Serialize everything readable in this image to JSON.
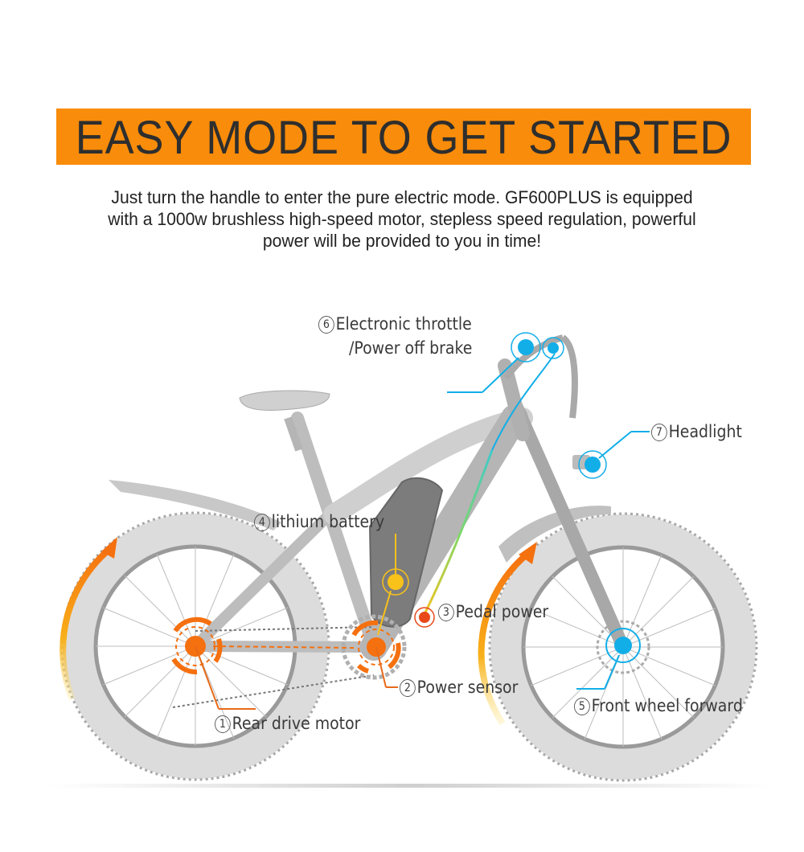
{
  "header": {
    "title": "EASY MODE TO GET STARTED",
    "banner_color": "#f98c0a"
  },
  "intro": {
    "lines": [
      "Just turn the handle to enter the pure electric mode. GF600PLUS is equipped",
      "with a 1000w brushless high-speed motor, stepless speed regulation, powerful",
      "power will be provided to you in time!"
    ]
  },
  "diagram": {
    "product": "GF600PLUS electric fat-tire bike",
    "colors": {
      "orange": "#f5700f",
      "yellow": "#f8c21a",
      "blue": "#12aee8",
      "frame_gray": "#b9b9b9"
    },
    "callouts": [
      {
        "num": "1",
        "label": "Rear drive motor"
      },
      {
        "num": "2",
        "label": "Power sensor"
      },
      {
        "num": "3",
        "label": "Pedal power"
      },
      {
        "num": "4",
        "label": "lithium battery"
      },
      {
        "num": "5",
        "label": "Front wheel forward"
      },
      {
        "num": "6",
        "label": "Electronic throttle",
        "label2": "/Power off brake"
      },
      {
        "num": "7",
        "label": "Headlight"
      }
    ]
  }
}
